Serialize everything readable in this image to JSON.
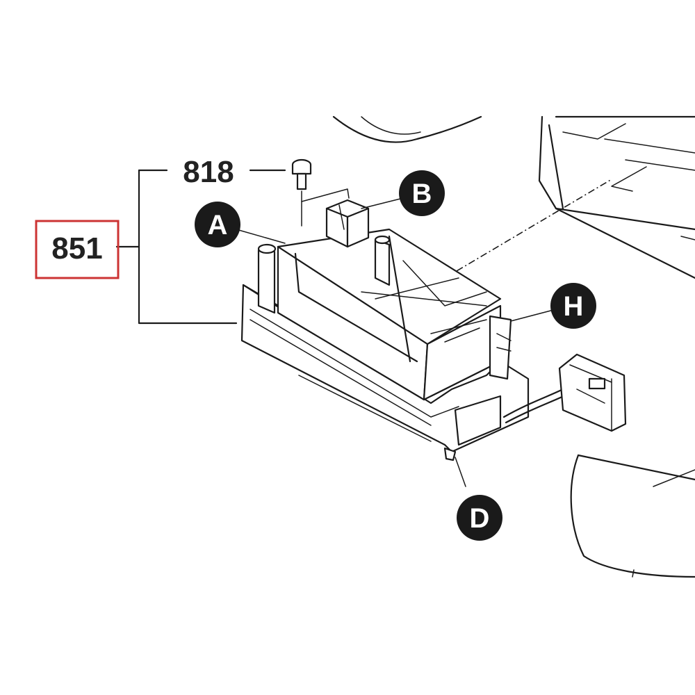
{
  "part_labels": {
    "assembly": "851",
    "screw": "818"
  },
  "callouts": [
    "A",
    "B",
    "H",
    "D"
  ],
  "colors": {
    "highlight_box": "#cc3333",
    "ink": "#1a1a1a",
    "callout_fill": "#1a1a1a"
  }
}
